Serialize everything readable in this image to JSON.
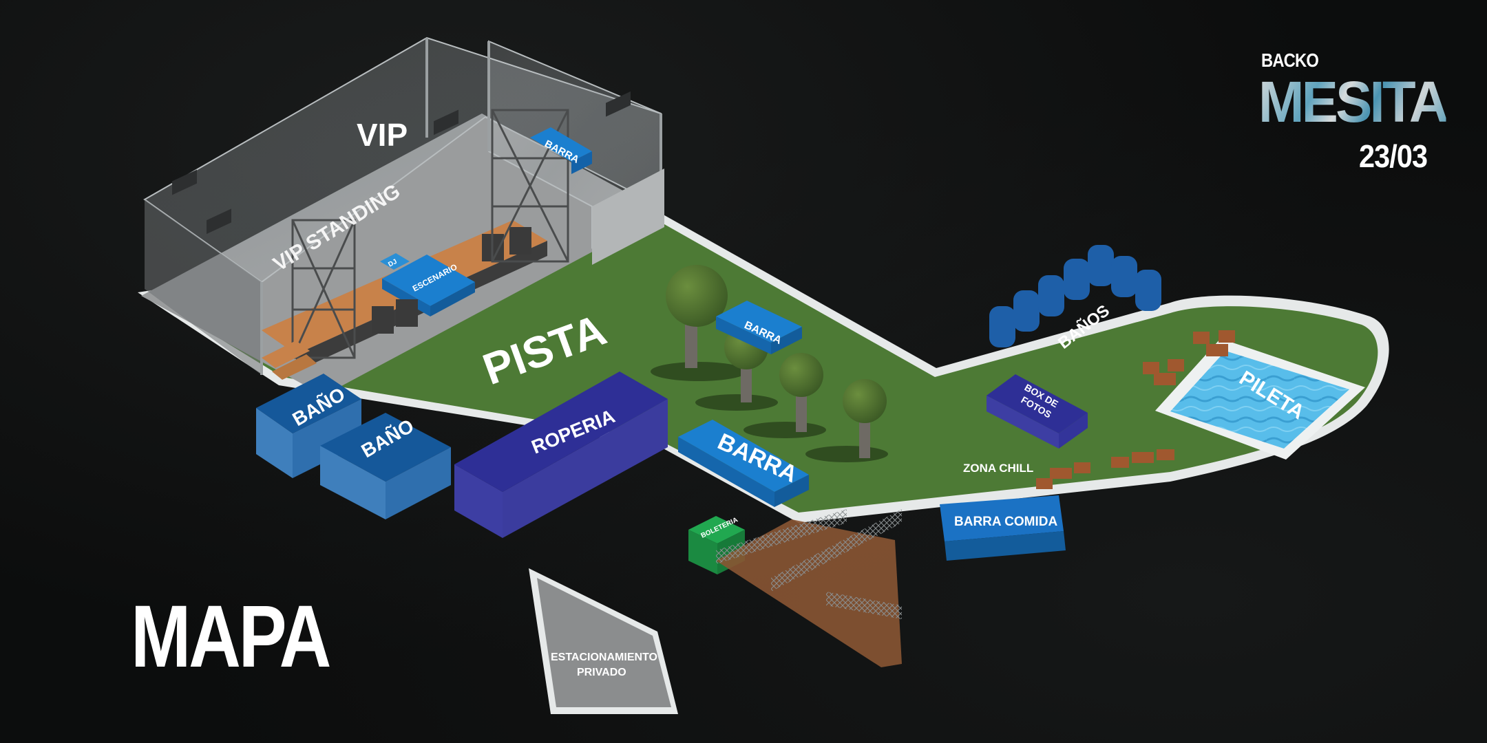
{
  "page": {
    "title": "MAPA",
    "brand": {
      "top": "BACKO",
      "name": "MESITA",
      "date": "23/03"
    }
  },
  "colors": {
    "background": "#0d0f0f",
    "grass": "#4d7a35",
    "curb": "#e9ecec",
    "blue": "#1b72c4",
    "navy_blue": "#2e2f96",
    "bath_blue": "#15589a",
    "green_booth": "#1f9a4a",
    "pool_water": "#4ab4e6",
    "wood": "#c8824a",
    "concrete": "#8b8d8e",
    "speaker": "#3a3a3a"
  },
  "zones": {
    "vip": "VIP",
    "vip_standing": "VIP STANDING",
    "barra_vip": "BARRA",
    "dj": "DJ",
    "escenario": "ESCENARIO",
    "pista": "PISTA",
    "barra_pista": "BARRA",
    "bano_1": "BAÑO",
    "bano_2": "BAÑO",
    "roperia": "ROPERIA",
    "barra_principal": "BARRA",
    "boleteria": "BOLETERIA",
    "estacionamiento": [
      "ESTACIONAMIENTO",
      "PRIVADO"
    ],
    "banos": "BAÑOS",
    "box_fotos": [
      "BOX DE",
      "FOTOS"
    ],
    "zona_chill": "ZONA CHILL",
    "pileta": "PILETA",
    "barra_comida": "BARRA COMIDA"
  }
}
